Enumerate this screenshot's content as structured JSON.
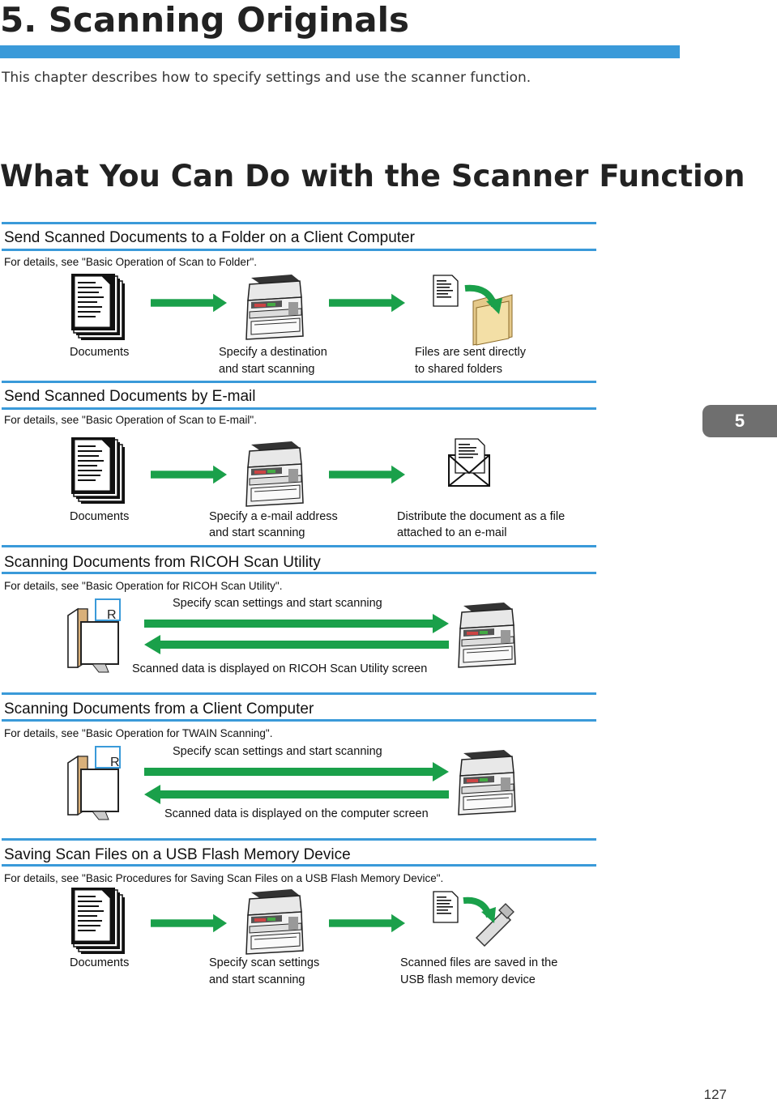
{
  "chapter": {
    "title": "5. Scanning Originals",
    "description": "This chapter describes how to specify settings and use the scanner function."
  },
  "section_title": "What You Can Do with the Scanner Function",
  "thumb_tab": "5",
  "page_number": "127",
  "colors": {
    "accent_blue": "#3a9ad9",
    "arrow_green": "#1aa04a",
    "tab_gray": "#6f6f6f"
  },
  "panels": [
    {
      "title": "Send Scanned Documents to a Folder on a Client Computer",
      "ref": "For details, see \"Basic Operation of Scan to Folder\".",
      "captions": [
        "Documents",
        "Specify a destination",
        "and start scanning",
        "Files are sent directly",
        "to shared folders"
      ]
    },
    {
      "title": "Send Scanned Documents by E-mail",
      "ref": "For details, see \"Basic Operation of Scan to E-mail\".",
      "captions": [
        "Documents",
        "Specify a e-mail address",
        "and start scanning",
        "Distribute the document as a file",
        "attached to an e-mail"
      ]
    },
    {
      "title": "Scanning Documents from RICOH Scan Utility",
      "ref": "For details, see \"Basic Operation for RICOH Scan Utility\".",
      "top_caption": "Specify scan settings and start scanning",
      "bottom_caption": "Scanned data is displayed on RICOH Scan Utility screen",
      "monitor_letter": "R"
    },
    {
      "title": "Scanning Documents from a Client Computer",
      "ref": "For details, see \"Basic Operation for TWAIN Scanning\".",
      "top_caption": "Specify scan settings and start scanning",
      "bottom_caption": "Scanned data is displayed on the computer screen",
      "monitor_letter": "R"
    },
    {
      "title": "Saving Scan Files on a USB Flash Memory Device",
      "ref": "For details, see \"Basic Procedures for Saving Scan Files on a USB Flash Memory Device\".",
      "captions": [
        "Documents",
        "Specify scan settings",
        "and start scanning",
        "Scanned files are saved in the",
        "USB flash memory device"
      ]
    }
  ]
}
